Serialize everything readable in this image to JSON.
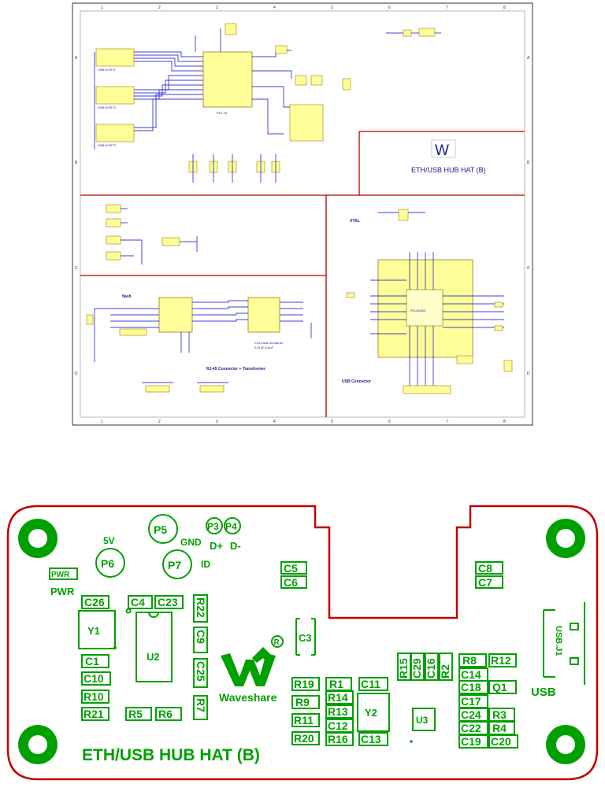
{
  "schematic": {
    "title_block": {
      "logo_letter": "W",
      "board_name": "ETH/USB HUB HAT (B)"
    },
    "sections": {
      "flash": "flash",
      "rj45": "RJ-45 Connector + Transformer",
      "usb": "USB Connector",
      "xtal": "XTAL",
      "cap_note_1": "C13 value should be",
      "cap_note_2": "0.01uF-0.5uF"
    },
    "chips": {
      "hub": "FE1.1S",
      "eth": "RTL8152B"
    },
    "ports": [
      "USB-HOST1",
      "USB-HOST2",
      "USB-HOST3"
    ],
    "columns": [
      "1",
      "2",
      "3",
      "4",
      "5",
      "6",
      "7",
      "8"
    ],
    "rows": [
      "A",
      "B",
      "C",
      "D"
    ]
  },
  "pcb": {
    "board_title": "ETH/USB HUB HAT (B)",
    "logo_text": "Waveshare",
    "usb_text": "USB",
    "usb_j1": "USB.J1",
    "labels": {
      "5v": "5V",
      "gnd": "GND",
      "dplus": "D+",
      "dminus": "D-",
      "id": "ID",
      "pwr": "PWR"
    },
    "pads": {
      "p5": "P5",
      "p6": "P6",
      "p7": "P7",
      "p3": "P3",
      "p4": "P4"
    },
    "components": {
      "pwr_led": "PWR",
      "c26": "C26",
      "c4": "C4",
      "c23": "C23",
      "r22": "R22",
      "y1": "Y1",
      "u2": "U2",
      "c9": "C9",
      "c25": "C25",
      "r7": "R7",
      "c1": "C1",
      "c10": "C10",
      "r10": "R10",
      "r21": "R21",
      "r5": "R5",
      "r6": "R6",
      "c5": "C5",
      "c6": "C6",
      "c3": "C3",
      "c8": "C8",
      "c7": "C7",
      "r19": "R19",
      "r9": "R9",
      "r11": "R11",
      "r20": "R20",
      "r1": "R1",
      "r14": "R14",
      "r13": "R13",
      "c12": "C12",
      "r16": "R16",
      "c11": "C11",
      "y2": "Y2",
      "c13": "C13",
      "r15": "R15",
      "c29": "C29",
      "c16": "C16",
      "r2": "R2",
      "u3": "U3",
      "r8": "R8",
      "r12": "R12",
      "c14": "C14",
      "c18": "C18",
      "q1": "Q1",
      "c17": "C17",
      "c24": "C24",
      "r3": "R3",
      "c22": "C22",
      "r4": "R4",
      "c19": "C19",
      "c20": "C20"
    }
  }
}
